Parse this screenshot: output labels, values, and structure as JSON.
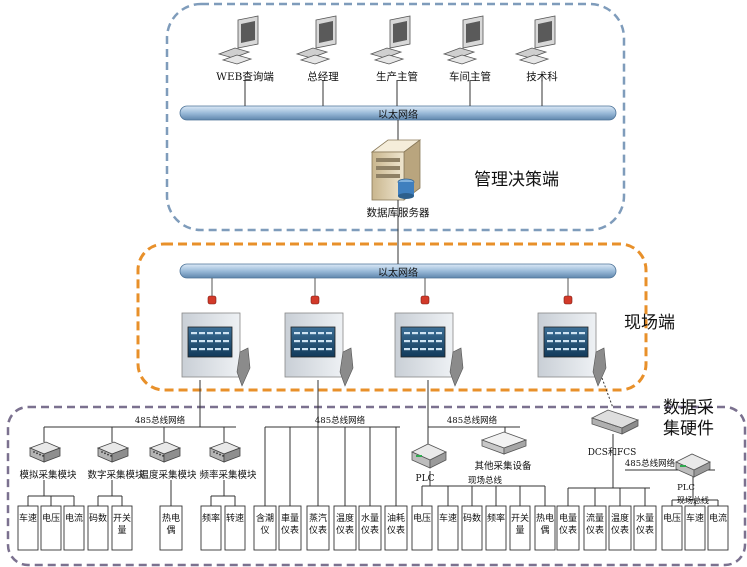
{
  "zones": {
    "management": "管理决策端",
    "field": "现场端",
    "acquisition_line1": "数据采",
    "acquisition_line2": "集硬件"
  },
  "workstations": [
    "WEB查询端",
    "总经理",
    "生产主管",
    "车间主管",
    "技术科"
  ],
  "networks": {
    "top": "以太网络",
    "middle": "以太网络"
  },
  "server_label": "数据库服务器",
  "bus_label": "485总线网络",
  "field_bus_label": "现场总线",
  "modules": [
    "模拟采集模块",
    "数字采集模块",
    "温度采集模块",
    "频率采集模块"
  ],
  "other_devices": {
    "plc": "PLC",
    "other": "其他采集设备",
    "dcs": "DCS和FCS"
  },
  "signals": {
    "analog": [
      "车速",
      "电压",
      "电流"
    ],
    "digital": [
      "码数",
      "开关量"
    ],
    "temperature": [
      "热电偶"
    ],
    "frequency": [
      "频率",
      "转速"
    ],
    "group2": [
      "含潮仪",
      "車量仪表",
      "蒸汽仪表",
      "温度仪表",
      "水量仪表",
      "油耗仪表"
    ],
    "group3": [
      "电压",
      "车速",
      "码数",
      "频率",
      "开关量",
      "热电偶"
    ],
    "group4a": [
      "电量仪表",
      "流量仪表",
      "温度仪表",
      "水量仪表"
    ],
    "group4b": [
      "电压",
      "车速",
      "电流"
    ]
  },
  "colors": {
    "management_border": "#7f9cbb",
    "field_border": "#e8902a",
    "acquisition_border": "#7b718f",
    "network_bar": "#9bbbd9"
  }
}
